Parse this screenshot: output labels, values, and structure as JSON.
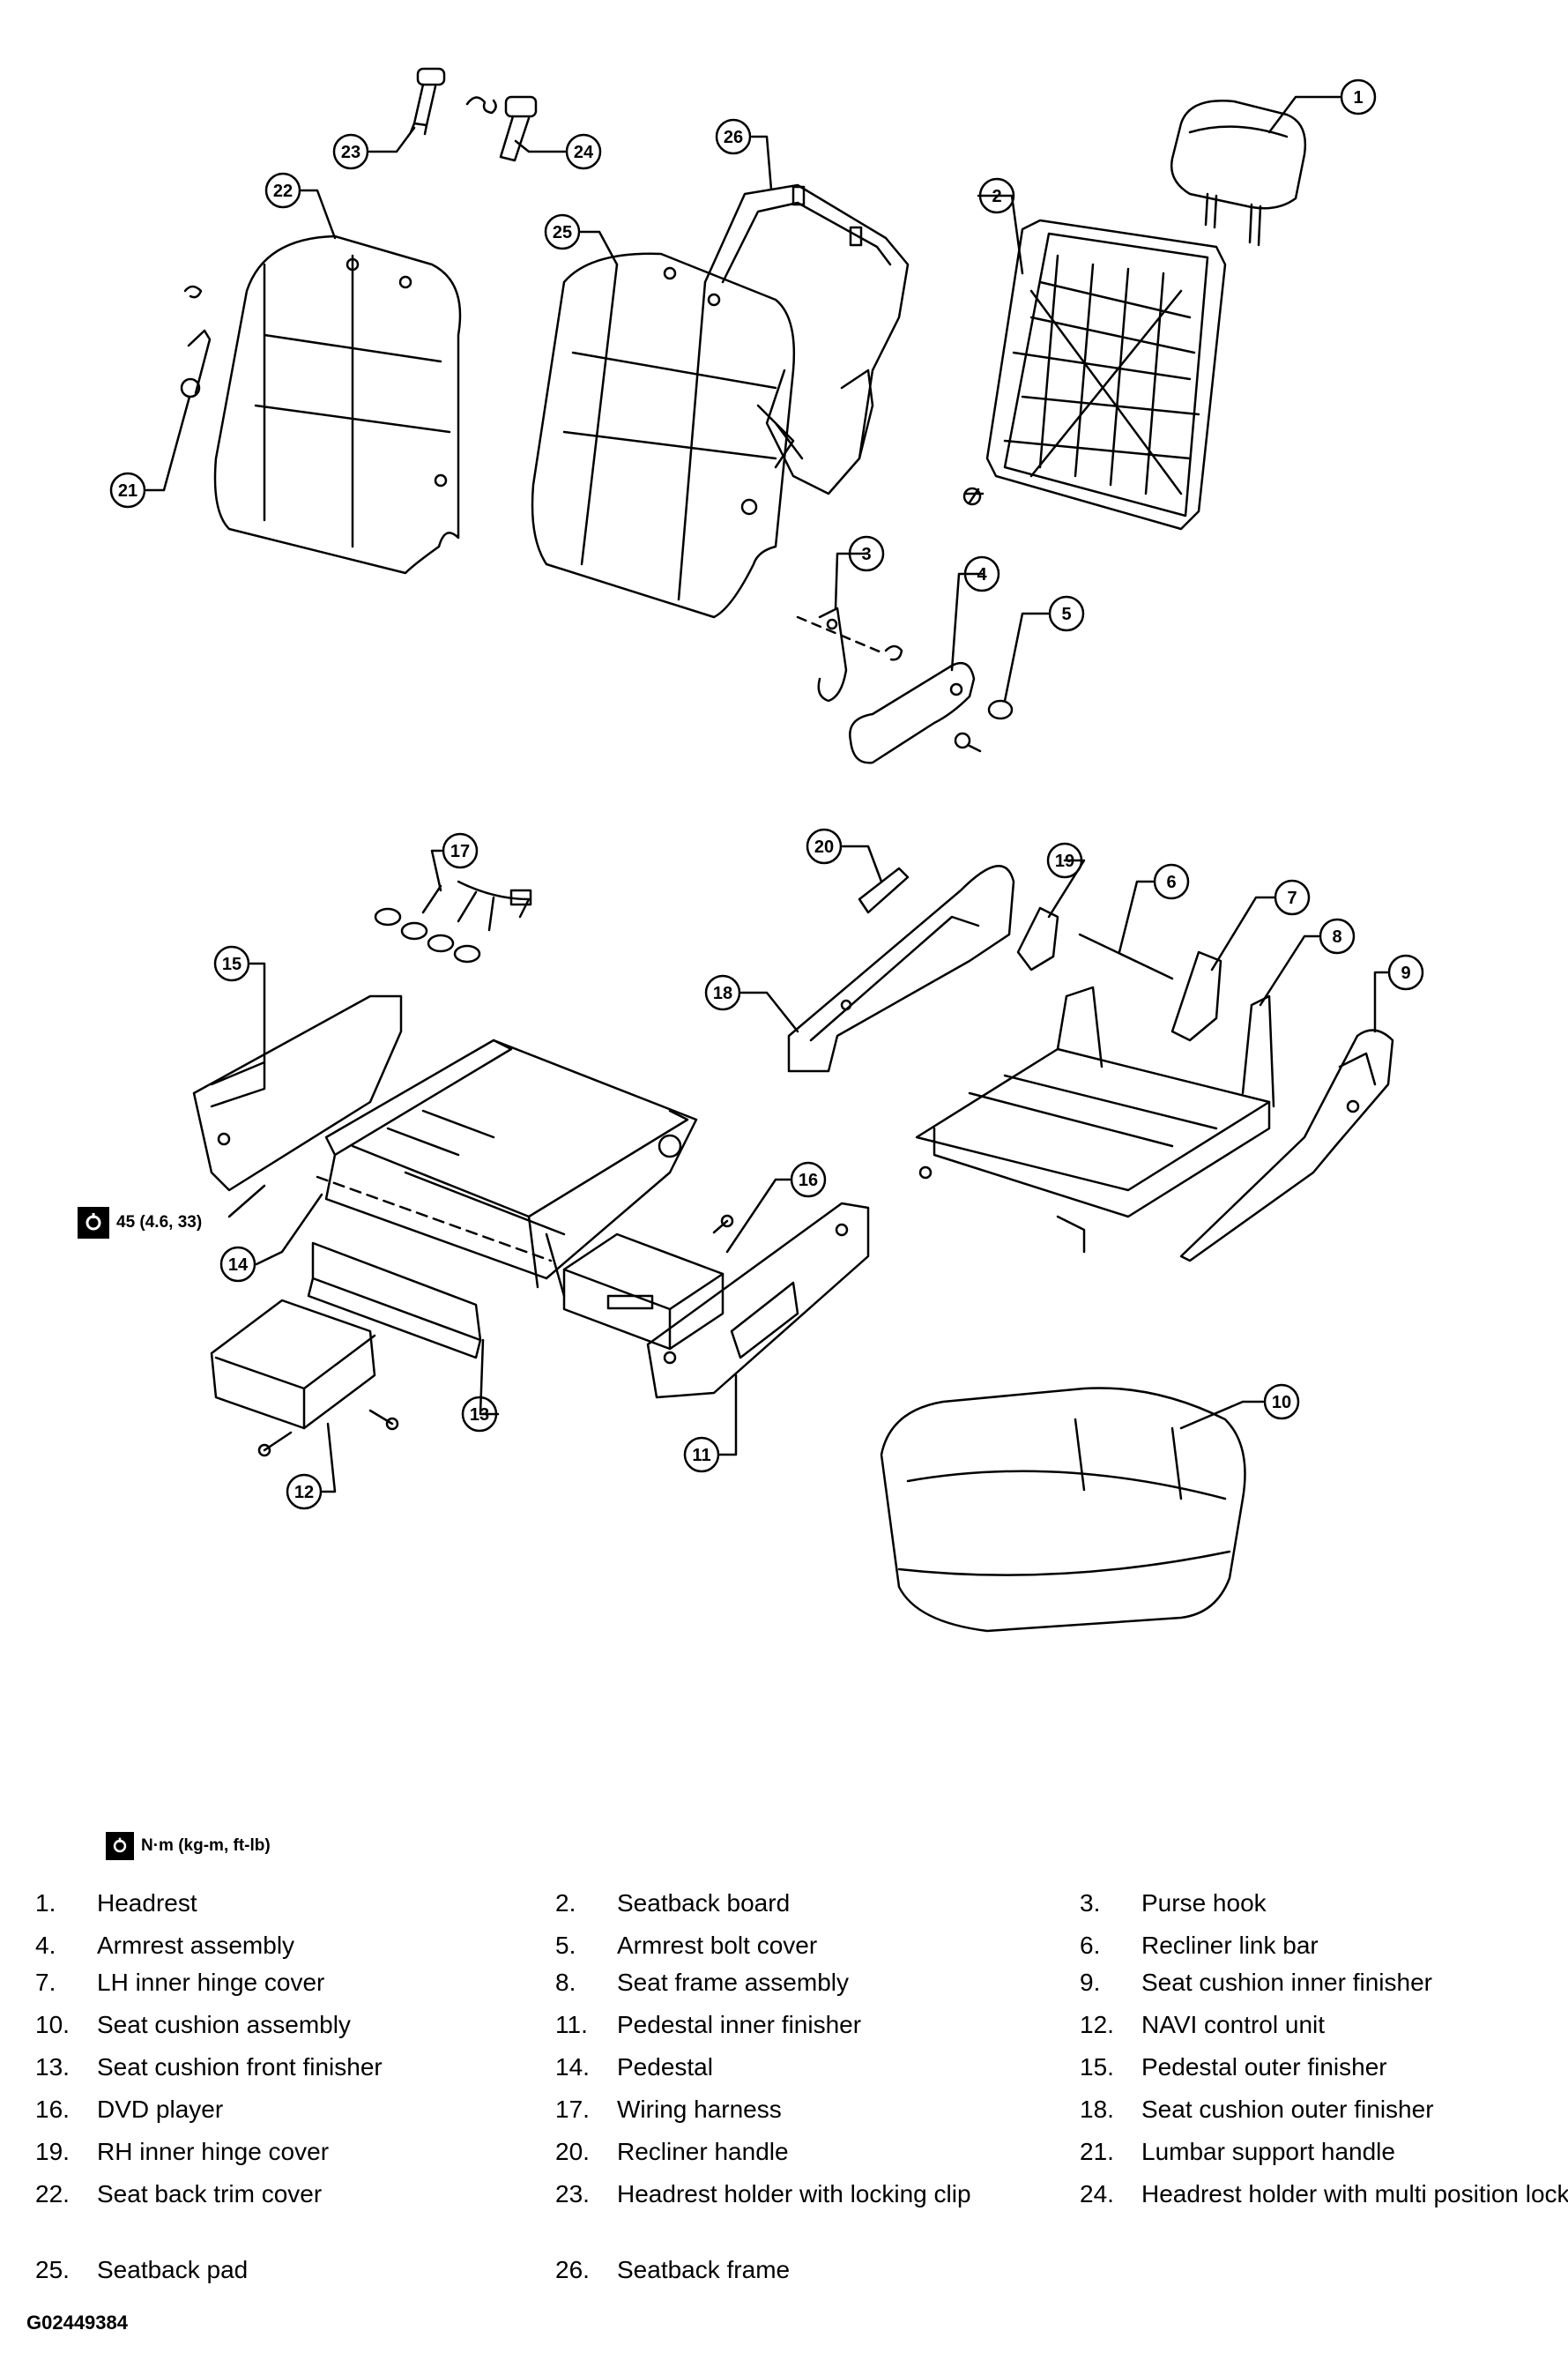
{
  "callouts": [
    "1",
    "2",
    "3",
    "4",
    "5",
    "6",
    "7",
    "8",
    "9",
    "10",
    "11",
    "12",
    "13",
    "14",
    "15",
    "16",
    "17",
    "18",
    "19",
    "20",
    "21",
    "22",
    "23",
    "24",
    "25",
    "26"
  ],
  "torque_spec": "45 (4.6, 33)",
  "legend_key": "N·m (kg-m, ft-lb)",
  "parts": [
    {
      "num": "1.",
      "name": "Headrest"
    },
    {
      "num": "2.",
      "name": "Seatback board"
    },
    {
      "num": "3.",
      "name": "Purse hook"
    },
    {
      "num": "4.",
      "name": "Armrest assembly"
    },
    {
      "num": "5.",
      "name": "Armrest bolt cover"
    },
    {
      "num": "6.",
      "name": "Recliner link bar"
    },
    {
      "num": "7.",
      "name": "LH inner hinge cover"
    },
    {
      "num": "8.",
      "name": "Seat frame assembly"
    },
    {
      "num": "9.",
      "name": "Seat cushion inner finisher"
    },
    {
      "num": "10.",
      "name": "Seat cushion assembly"
    },
    {
      "num": "11.",
      "name": "Pedestal inner finisher"
    },
    {
      "num": "12.",
      "name": "NAVI control unit"
    },
    {
      "num": "13.",
      "name": "Seat cushion front finisher"
    },
    {
      "num": "14.",
      "name": "Pedestal"
    },
    {
      "num": "15.",
      "name": "Pedestal outer finisher"
    },
    {
      "num": "16.",
      "name": "DVD player"
    },
    {
      "num": "17.",
      "name": "Wiring harness"
    },
    {
      "num": "18.",
      "name": "Seat cushion outer finisher"
    },
    {
      "num": "19.",
      "name": "RH inner hinge cover"
    },
    {
      "num": "20.",
      "name": "Recliner handle"
    },
    {
      "num": "21.",
      "name": "Lumbar support handle"
    },
    {
      "num": "22.",
      "name": "Seat back trim cover"
    },
    {
      "num": "23.",
      "name": "Headrest holder with locking clip"
    },
    {
      "num": "24.",
      "name": "Headrest holder with multi position lock"
    },
    {
      "num": "25.",
      "name": "Seatback pad"
    },
    {
      "num": "26.",
      "name": "Seatback frame"
    }
  ],
  "figure_id": "G02449384"
}
